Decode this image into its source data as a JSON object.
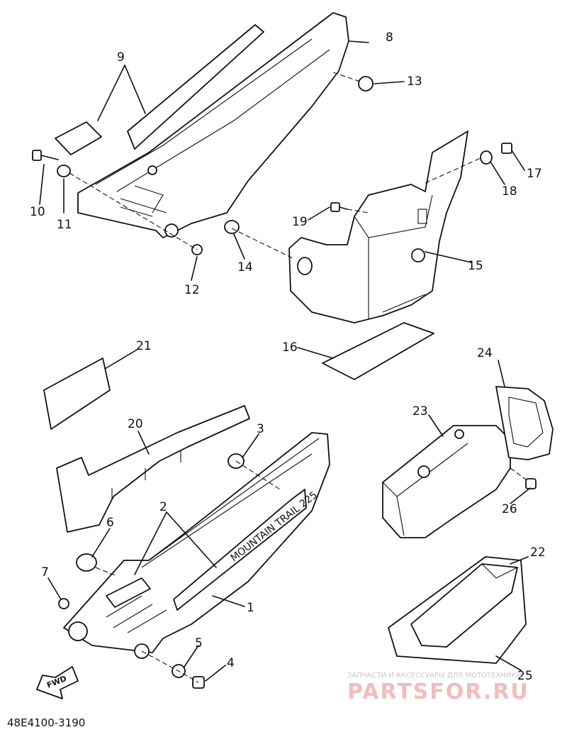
{
  "diagram": {
    "code": "48E4100-3190",
    "forward_marker": "FWD",
    "emblem_text": "MOUNTAIN TRAIL 225",
    "callouts": [
      "1",
      "2",
      "3",
      "4",
      "5",
      "6",
      "7",
      "8",
      "9",
      "10",
      "11",
      "12",
      "13",
      "14",
      "15",
      "16",
      "17",
      "18",
      "19",
      "20",
      "21",
      "22",
      "23",
      "24",
      "25",
      "26"
    ]
  },
  "watermark": {
    "line1": "ЗАПЧАСТИ И АКСЕССУАРЫ ДЛЯ МОТОТЕХНИКИ",
    "line2": "PARTSFOR.RU"
  }
}
